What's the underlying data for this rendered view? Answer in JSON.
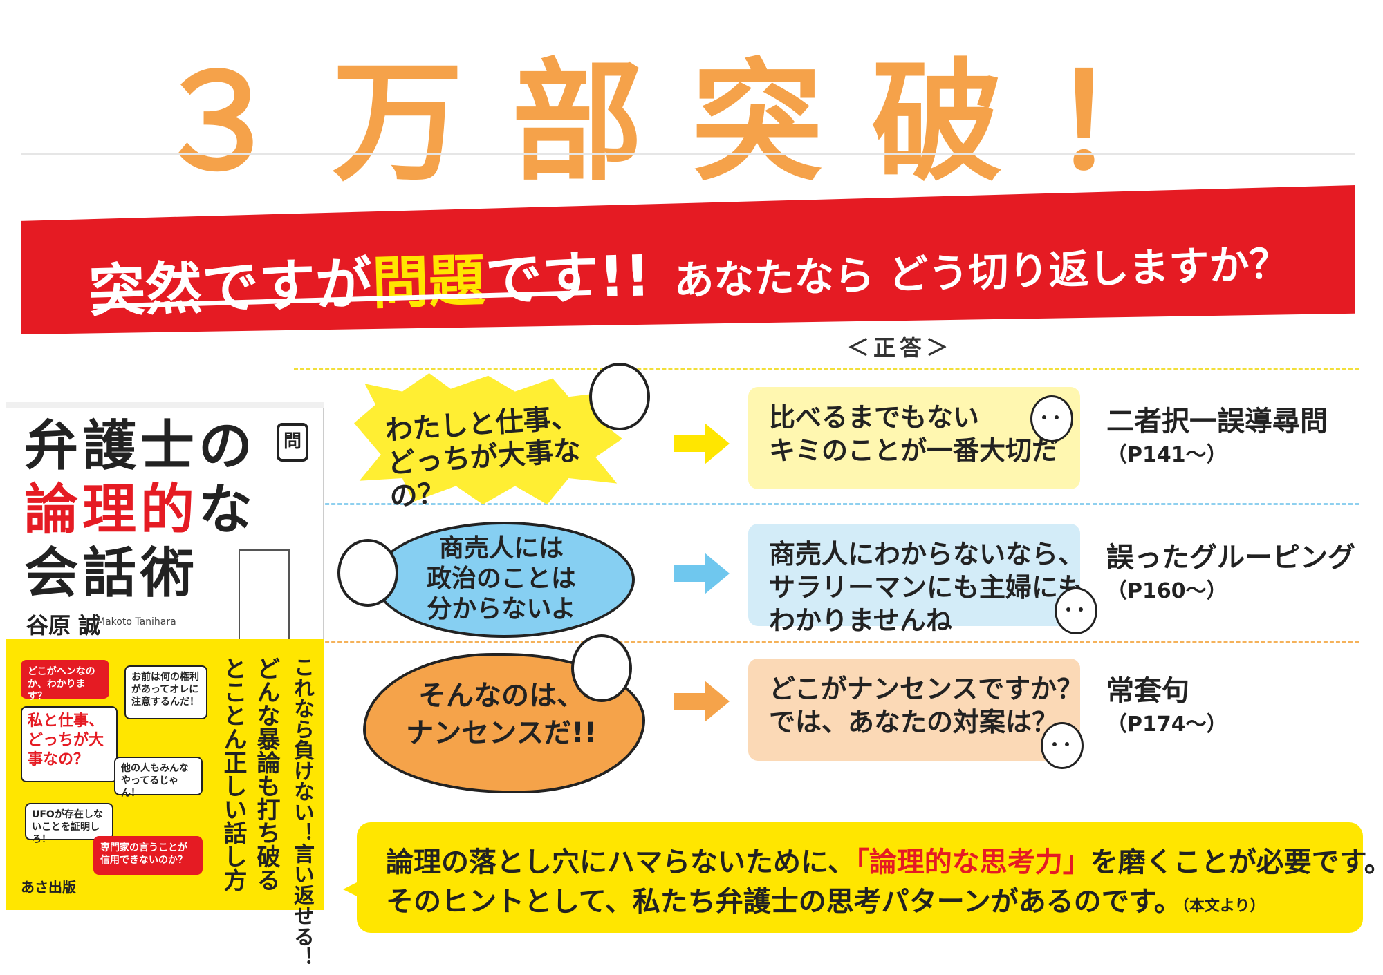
{
  "headline": "３万部突破！",
  "banner": {
    "main_pre": "突然ですが",
    "main_highlight": "問題",
    "main_post": "です!!",
    "sub": "あなたなら どう切り返しますか？"
  },
  "answer_header": "＜正答＞",
  "rows": [
    {
      "question": [
        "わたしと仕事、",
        "どっちが大事なの？"
      ],
      "answer": [
        "比べるまでもない",
        "キミのことが一番大切だ"
      ],
      "technique": "二者択一誤導尋問",
      "page": "（P141～）"
    },
    {
      "question": [
        "商売人には",
        "政治のことは",
        "分からないよ"
      ],
      "answer": [
        "商売人にわからないなら、",
        "サラリーマンにも主婦にも",
        "わかりませんね"
      ],
      "technique": "誤ったグルーピング",
      "page": "（P160～）"
    },
    {
      "question": [
        "そんなのは、",
        "ナンセンスだ!!"
      ],
      "answer": [
        "どこがナンセンスですか？",
        "では、あなたの対案は？"
      ],
      "technique": "常套句",
      "page": "（P174～）"
    }
  ],
  "book": {
    "title_line1": "弁護士の",
    "title_line2_red": "論理的",
    "title_line2_rest": "な",
    "title_line3": "会話術",
    "icon": "問",
    "author": "谷原 誠",
    "author_en": "Makoto Tanihara",
    "tagline1": "これなら負けない！言い返せる！",
    "tagline2": "どんな暴論も打ち破る",
    "tagline3": "とことん正しい話し方",
    "bubbles": [
      "どこがヘンなのか、わかります？",
      "お前は何の権利があってオレに注意するんだ！",
      "私と仕事、どっちが大事なの？",
      "他の人もみんなやってるじゃん！",
      "UFOが存在しないことを証明しろ！",
      "専門家の言うことが信用できないのか？"
    ],
    "publisher": "あさ出版"
  },
  "quote": {
    "line1_pre": "論理の落とし穴にハマらないために、",
    "line1_red": "「論理的な思考力」",
    "line1_post": "を磨くことが必要です。",
    "line2": "そのヒントとして、私たち弁護士の思考パターンがあるのです。",
    "note": "（本文より）"
  }
}
